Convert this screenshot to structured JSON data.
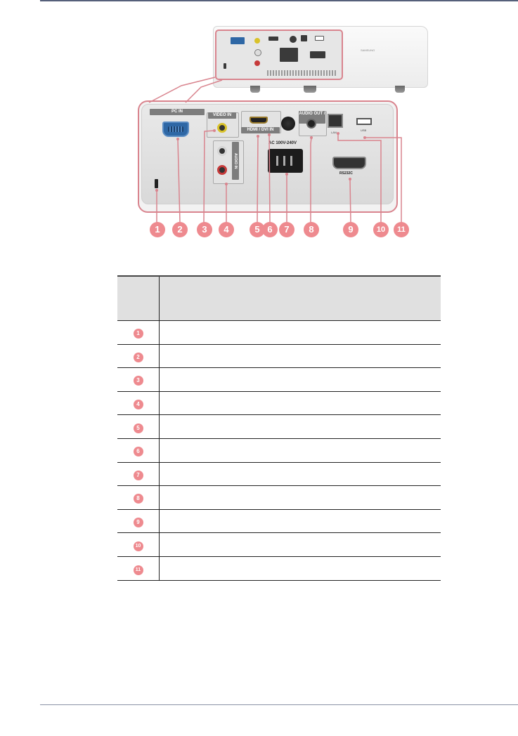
{
  "projector": {
    "brand_mark": "SAMSUNG"
  },
  "ports": {
    "pc_in": "PC IN",
    "video_in": "VIDEO IN",
    "hdmi_dvi_in": "HDMI / DVI IN",
    "audio_out": "AUDIO OUT / ∩",
    "audio_in": "AUDIO IN",
    "ac": "AC 100V-240V",
    "rs232c": "RS232C",
    "lan": "LAN",
    "usb": "USB"
  },
  "callouts": [
    "1",
    "2",
    "3",
    "4",
    "5",
    "6",
    "7",
    "8",
    "9",
    "10",
    "11"
  ],
  "table": {
    "header": {
      "number": "",
      "description": ""
    },
    "rows": [
      {
        "number": "1",
        "description": ""
      },
      {
        "number": "2",
        "description": ""
      },
      {
        "number": "3",
        "description": ""
      },
      {
        "number": "4",
        "description": ""
      },
      {
        "number": "5",
        "description": ""
      },
      {
        "number": "6",
        "description": ""
      },
      {
        "number": "7",
        "description": ""
      },
      {
        "number": "8",
        "description": ""
      },
      {
        "number": "9",
        "description": ""
      },
      {
        "number": "10",
        "description": ""
      },
      {
        "number": "11",
        "description": ""
      }
    ]
  },
  "colors": {
    "accent": "#ee8a8f",
    "header_bg": "#e0e0e0",
    "rule": "#55607a"
  }
}
